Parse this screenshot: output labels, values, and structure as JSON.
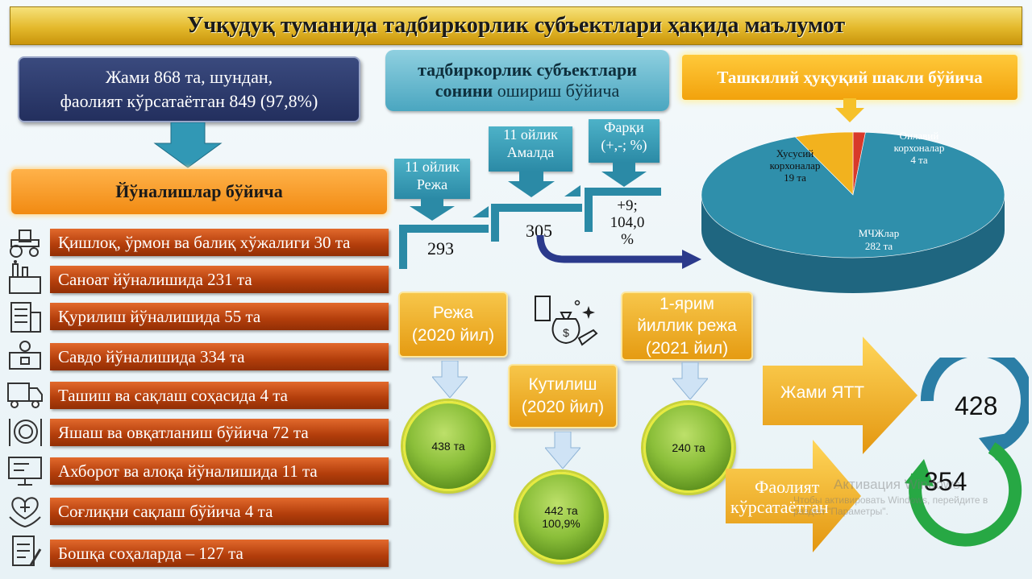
{
  "title": "Учқудуқ туманида тадбиркорлик субъектлари ҳақида маълумот",
  "total_box": {
    "line1": "Жами 868 та, шундан,",
    "line2": "фаолият кўрсатаётган 849 (97,8%)"
  },
  "growth_header": {
    "line1": "тадбиркорлик субъектлари",
    "line2_bold": "сонини",
    "line2_rest": " ошириш бўйича"
  },
  "legal_form_header": "Ташкилий ҳуқуқий шакли бўйича",
  "directions_header": "Йўналишлар бўйича",
  "categories": [
    {
      "label": "Қишлоқ, ўрмон ва балиқ хўжалиги  30 та",
      "icon": "tractor-icon"
    },
    {
      "label": "Саноат йўналишида 231 та",
      "icon": "factory-icon"
    },
    {
      "label": "Қурилиш йўналишида 55 та",
      "icon": "building-icon"
    },
    {
      "label": "Савдо йўналишида 334 та",
      "icon": "trade-icon"
    },
    {
      "label": "Ташиш ва сақлаш соҳасида 4 та",
      "icon": "truck-icon"
    },
    {
      "label": "Яшаш ва овқатланиш бўйича 72 та",
      "icon": "dining-icon"
    },
    {
      "label": "Ахборот ва алоқа йўналишида 11 та",
      "icon": "monitor-icon"
    },
    {
      "label": "Соғлиқни сақлаш бўйича 4 та",
      "icon": "health-icon"
    },
    {
      "label": "Бошқа соҳаларда – 127 та",
      "icon": "document-icon"
    }
  ],
  "plan_stats": {
    "plan_label_1": "11 ойлик",
    "plan_label_2": "Режа",
    "plan_value": "293",
    "actual_label_1": "11 ойлик",
    "actual_label_2": "Амалда",
    "actual_value": "305",
    "diff_label_1": "Фарқи",
    "diff_label_2": "(+,-; %)",
    "diff_value_1": "+9;",
    "diff_value_2": "104,0",
    "diff_value_3": "%"
  },
  "chart_data": {
    "type": "pie",
    "slices": [
      {
        "label_1": "МЧЖлар",
        "label_2": "282 та",
        "value": 282,
        "color": "#2f8fab"
      },
      {
        "label_1": "Хусусий",
        "label_2": "корхоналар",
        "label_3": "19 та",
        "value": 19,
        "color": "#f2b21e"
      },
      {
        "label_1": "Оилавий",
        "label_2": "корхоналар",
        "label_3": "4 та",
        "value": 4,
        "color": "#d8392a"
      }
    ]
  },
  "circles": {
    "plan_box_1": "Режа",
    "plan_box_2": "(2020 йил)",
    "plan_value": "438 та",
    "expected_box_1": "Кутилиш",
    "expected_box_2": "(2020 йил)",
    "expected_value_1": "442 та",
    "expected_value_2": "100,9%",
    "half_box_1": "1-ярим",
    "half_box_2": "йиллик режа",
    "half_box_3": "(2021 йил)",
    "half_value": "240 та"
  },
  "ytt": {
    "total_label": "Жами ЯТТ",
    "total_value": "428",
    "active_label_1": "Фаолият",
    "active_label_2": "кўрсатаётган",
    "active_value": "354"
  },
  "watermark": {
    "line1": "Активация Windows",
    "line2": "Чтобы активировать Windows, перейдите в",
    "line3": "раздел \"Параметры\"."
  },
  "colors": {
    "navy": "#232f5e",
    "teal": "#2b8aa6",
    "orange": "#f18a12",
    "green": "#7cb342",
    "gold": "#e59b12"
  }
}
